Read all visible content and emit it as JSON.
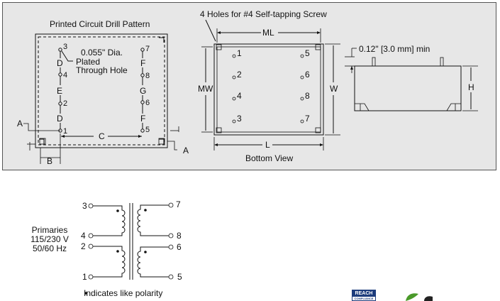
{
  "drill": {
    "title": "Printed Circuit Drill Pattern",
    "hole_note": [
      "0.055\" Dia.",
      "Plated",
      "Through Hole"
    ],
    "left_pins": [
      "3",
      "4",
      "2",
      "1"
    ],
    "right_pins": [
      "7",
      "8",
      "6",
      "5"
    ],
    "left_letters": [
      "D",
      "E",
      "D"
    ],
    "right_letters": [
      "F",
      "G",
      "F"
    ],
    "dim_a": "A",
    "dim_b": "B",
    "dim_c": "C"
  },
  "bottom": {
    "holes_note": "4 Holes for #4 Self-tapping Screw",
    "ml": "ML",
    "mw": "MW",
    "w": "W",
    "l": "L",
    "caption": "Bottom View",
    "left_pins": [
      "1",
      "2",
      "4",
      "3"
    ],
    "right_pins": [
      "5",
      "6",
      "8",
      "7"
    ]
  },
  "side": {
    "note": "0.12\" [3.0 mm] min",
    "h": "H"
  },
  "schematic": {
    "pins_left": [
      "3",
      "4",
      "2",
      "1"
    ],
    "pins_right": [
      "7",
      "8",
      "6",
      "5"
    ],
    "primaries": [
      "Primaries",
      "115/230 V",
      "50/60 Hz"
    ],
    "note": "Indicates like polarity"
  },
  "badge": {
    "main": "REACH",
    "sub": "COMPLIANCE"
  }
}
